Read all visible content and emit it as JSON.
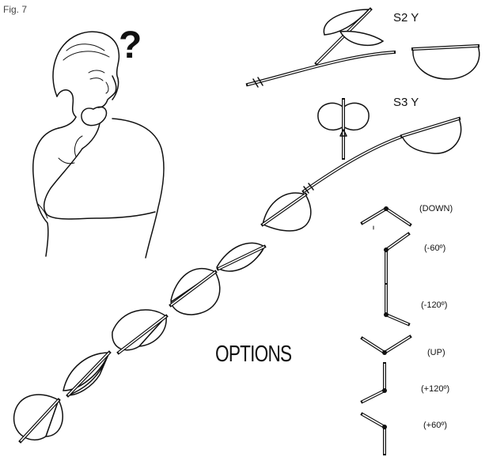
{
  "figure_label": "Fig. 7",
  "question_mark": "?",
  "variant_labels": {
    "s2": "S2 Y",
    "s3": "S3 Y"
  },
  "options_title": "OPTIONS",
  "options": [
    {
      "label": "(DOWN)"
    },
    {
      "label": "(-60º)"
    },
    {
      "label": "(-120º)"
    },
    {
      "label": "(UP)"
    },
    {
      "label": "(+120º)"
    },
    {
      "label": "(+60º)"
    }
  ]
}
